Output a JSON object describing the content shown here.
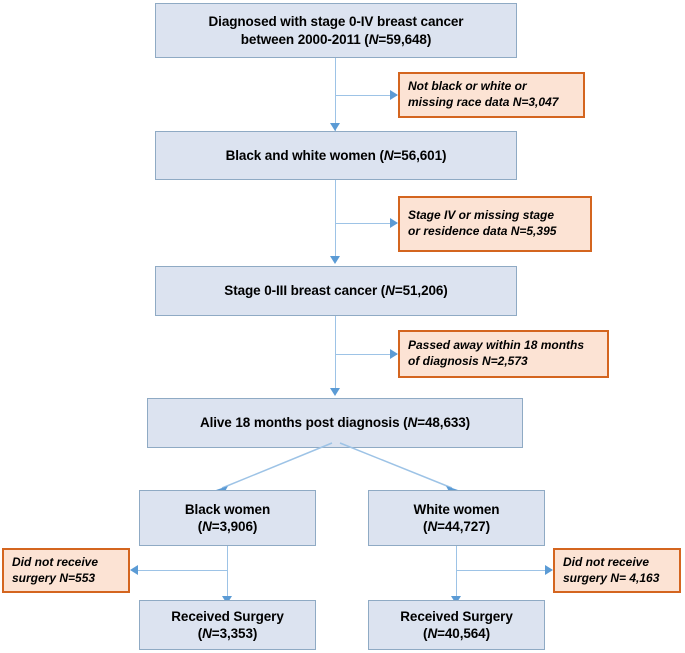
{
  "figure": {
    "type": "flowchart",
    "title": "Study cohort selection flow diagram",
    "colors": {
      "main_box_fill": "#dce3f0",
      "main_box_border": "#8faac4",
      "exclusion_box_fill": "#fce3d4",
      "exclusion_box_border": "#d4651f",
      "connector": "#9dc3e6",
      "arrowhead": "#5b9bd5",
      "text": "#000000"
    }
  },
  "nodes": {
    "diagnosed": {
      "line1": "Diagnosed with stage 0-IV breast cancer",
      "line2_pre": "between 2000-2011 (",
      "line2_n": "N",
      "line2_post": "=59,648)",
      "count": 59648
    },
    "black_white": {
      "line1_pre": "Black and white women (",
      "line1_n": "N",
      "line1_post": "=56,601)",
      "count": 56601
    },
    "stage_0_iii": {
      "line1_pre": "Stage 0-III breast cancer (",
      "line1_n": "N",
      "line1_post": "=51,206)",
      "count": 51206
    },
    "alive_18mo": {
      "line1_pre": "Alive 18 months post diagnosis (",
      "line1_n": "N",
      "line1_post": "=48,633)",
      "count": 48633
    },
    "black_women": {
      "line1": "Black women",
      "line2_pre": "(",
      "line2_n": "N",
      "line2_post": "=3,906)",
      "count": 3906
    },
    "white_women": {
      "line1": "White women",
      "line2_pre": "(",
      "line2_n": "N",
      "line2_post": "=44,727)",
      "count": 44727
    },
    "black_surgery": {
      "line1": "Received Surgery",
      "line2_pre": "(",
      "line2_n": "N",
      "line2_post": "=3,353)",
      "count": 3353
    },
    "white_surgery": {
      "line1": "Received Surgery",
      "line2_pre": "(",
      "line2_n": "N",
      "line2_post": "=40,564)",
      "count": 40564
    }
  },
  "exclusions": {
    "race": {
      "line1": "Not black or white or",
      "line2": "missing race data N=3,047",
      "count": 3047
    },
    "stage": {
      "line1": "Stage IV or missing stage",
      "line2": "or residence data N=5,395",
      "count": 5395
    },
    "death": {
      "line1": "Passed away within 18 months",
      "line2": "of diagnosis N=2,573",
      "count": 2573
    },
    "no_surgery_black": {
      "line1": "Did not receive",
      "line2": "surgery N=553",
      "count": 553
    },
    "no_surgery_white": {
      "line1": "Did not receive",
      "line2": "surgery N= 4,163",
      "count": 4163
    }
  }
}
